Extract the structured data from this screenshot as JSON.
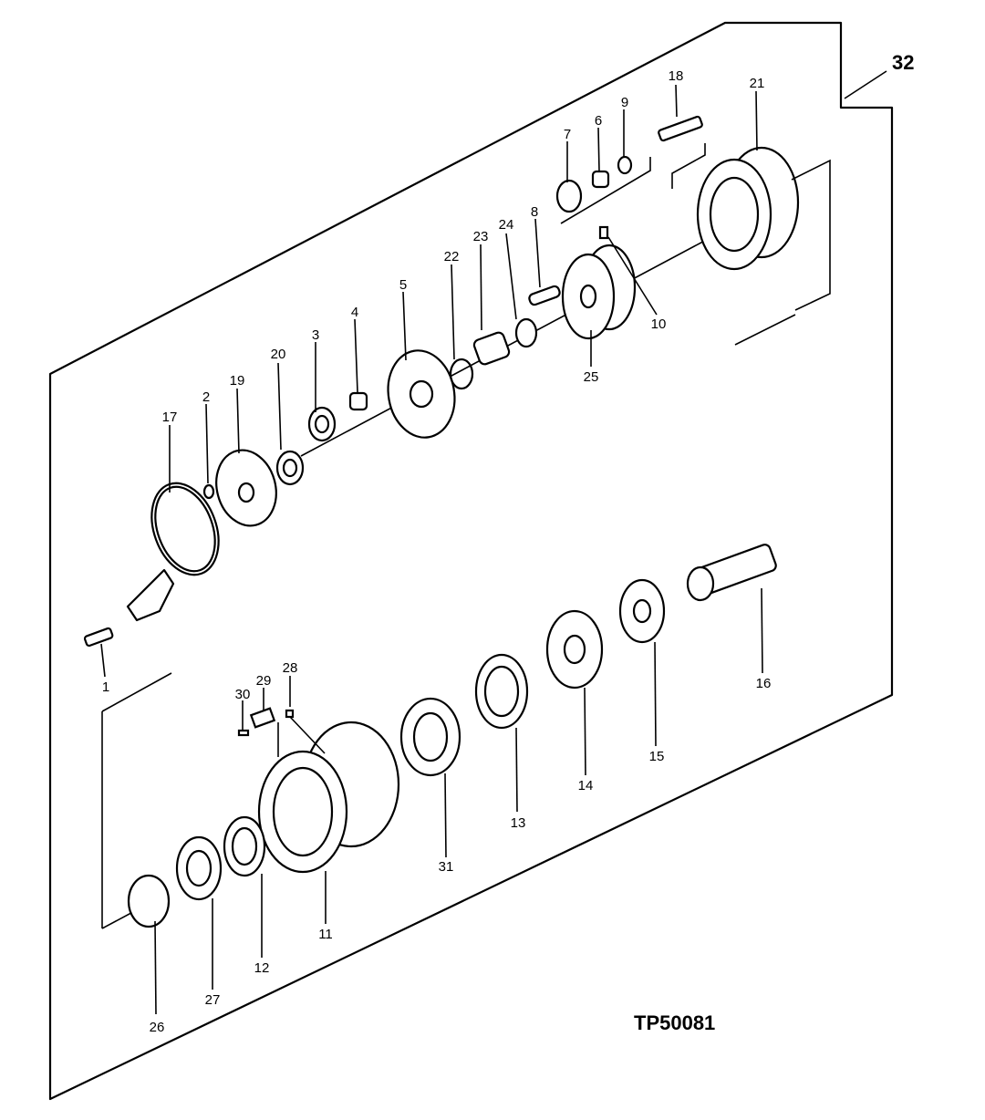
{
  "figure_id": "TP50081",
  "group_ref": "32",
  "callouts": [
    "1",
    "2",
    "3",
    "4",
    "5",
    "6",
    "7",
    "8",
    "9",
    "10",
    "11",
    "12",
    "13",
    "14",
    "15",
    "16",
    "17",
    "18",
    "19",
    "20",
    "21",
    "22",
    "23",
    "24",
    "25",
    "26",
    "27",
    "28",
    "29",
    "30",
    "31"
  ]
}
